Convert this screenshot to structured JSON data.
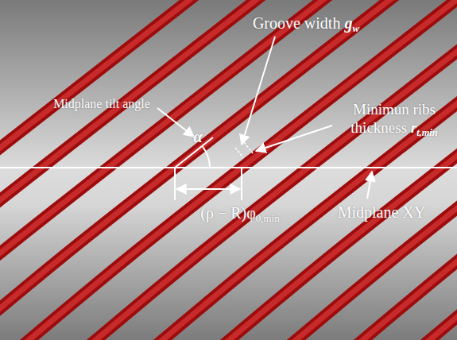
{
  "diagram": {
    "labels": [
      "Groove width gw",
      "Midplane tilt angle",
      "α",
      "Minimun ribs thickness rt,min",
      "(ρ − R)φ0,min",
      "Midplane XY"
    ]
  }
}
